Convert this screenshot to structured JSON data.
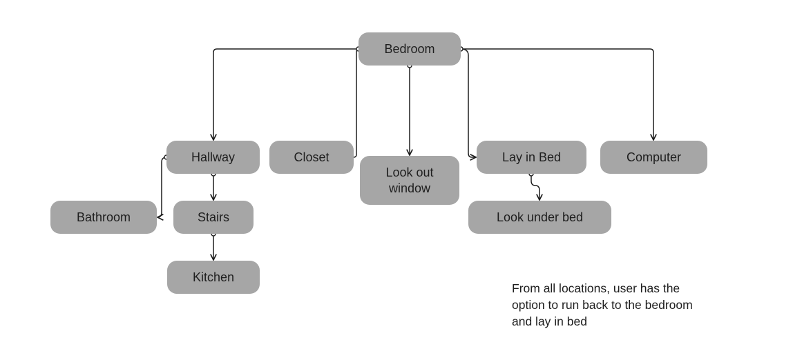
{
  "nodes": {
    "bedroom": "Bedroom",
    "hallway": "Hallway",
    "closet": "Closet",
    "look_out_window": "Look out\nwindow",
    "lay_in_bed": "Lay in Bed",
    "computer": "Computer",
    "bathroom": "Bathroom",
    "stairs": "Stairs",
    "kitchen": "Kitchen",
    "look_under_bed": "Look under bed"
  },
  "note": "From all locations, user has the\noption to run back to the bedroom\nand lay in bed",
  "colors": {
    "node_fill": "#a6a6a6",
    "text": "#1e1e1e",
    "connector": "#1e1e1e"
  }
}
